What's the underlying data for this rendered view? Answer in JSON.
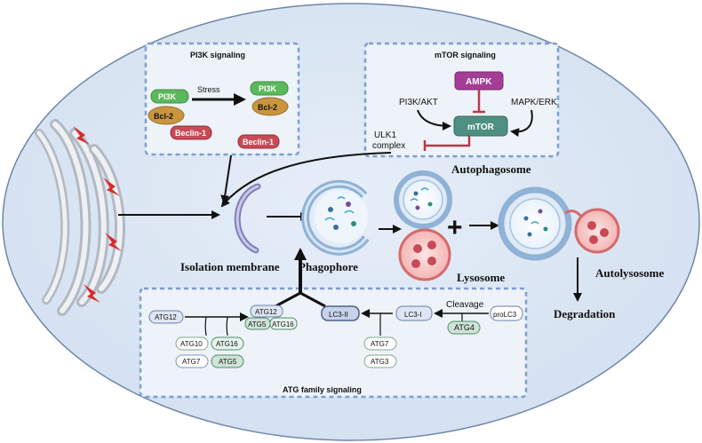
{
  "pi3k_panel": {
    "title": "PI3K signaling",
    "pi3k": "PI3K",
    "bcl2": "Bcl-2",
    "beclin": "Beclin-1",
    "stress": "Stress",
    "pi3k_after": "PI3K",
    "bcl2_after": "Bcl-2",
    "beclin_after": "Beclin-1"
  },
  "mtor_panel": {
    "title": "mTOR signaling",
    "ampk": "AMPK",
    "mtor": "mTOR",
    "pi3k_akt": "PI3K/AKT",
    "mapk_erk": "MAPK/ERK",
    "ulk1_line1": "ULK1",
    "ulk1_line2": "complex"
  },
  "pathway": {
    "isolation_membrane": "Isolation membrane",
    "phagophore": "Phagophore",
    "autophagosome": "Autophagosome",
    "lysosome": "Lysosome",
    "autolysosome": "Autolysosome",
    "degradation": "Degradation",
    "plus": "+"
  },
  "atg_panel": {
    "title": "ATG family signaling",
    "atg12": "ATG12",
    "atg10": "ATG10",
    "atg7_left": "ATG7",
    "atg16": "ATG16",
    "atg5": "ATG5",
    "complex_atg12": "ATG12",
    "complex_atg5": "ATG5",
    "complex_atg16": "ATG16",
    "lc3_ii": "LC3-II",
    "lc3_i": "LC3-I",
    "cleavage": "Cleavage",
    "atg4": "ATG4",
    "prolc3": "proLC3",
    "atg7_right": "ATG7",
    "atg3": "ATG3"
  },
  "colors": {
    "cell_fill": "#dde7f4",
    "panel_border": "#7d9fd3",
    "pi3k_green": "#5cb85c",
    "bcl2_orange": "#c9963f",
    "beclin_red": "#c84a55",
    "ampk_purple": "#a43d95",
    "mtor_teal": "#4d8f80",
    "inhibit_red": "#b83a48",
    "lysosome_red": "#e48a8a",
    "membrane_blue": "#8fb2d6",
    "er_gray": "#b9bec6",
    "lightning_red": "#d62b2b"
  }
}
